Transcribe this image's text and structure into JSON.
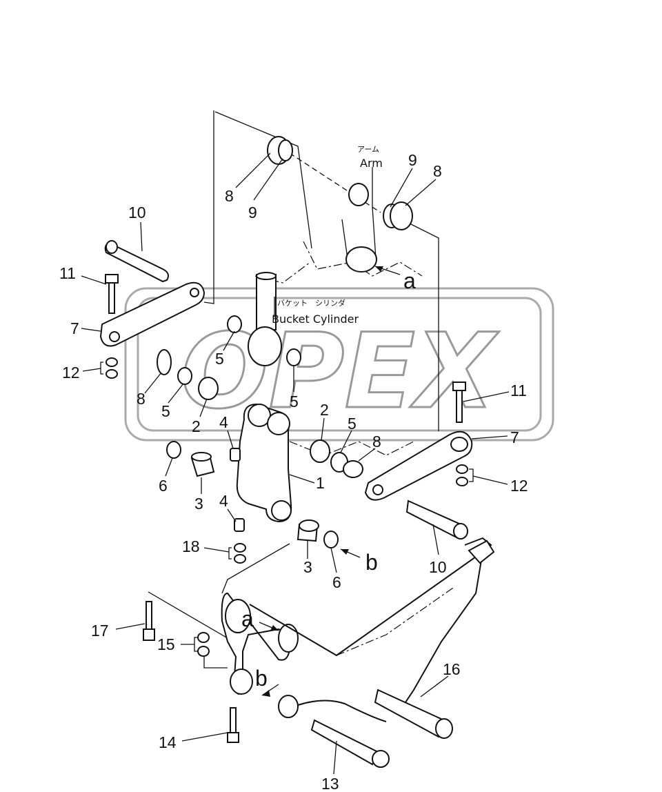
{
  "captions": {
    "arm_jp": "アーム",
    "arm_en": "Arm",
    "bucket_jp": "バケット　シリンダ",
    "bucket_en": "Bucket Cylinder"
  },
  "watermark": {
    "text": "OPEX",
    "color": "#999999"
  },
  "letters": {
    "a_top": "a",
    "b_mid": "b",
    "a_bottom": "a",
    "b_bottom": "b"
  },
  "labels": {
    "n10_left": "10",
    "n11_left": "11",
    "n7_left": "7",
    "n12_left": "12",
    "n8_top_left": "8",
    "n9_top_left": "9",
    "n9_top_right": "9",
    "n8_top_right": "8",
    "n5_upper": "5",
    "n5_mid_left": "5",
    "n5_mid_right": "5",
    "n8_mid_left": "8",
    "n2_left": "2",
    "n4_upper": "4",
    "n6_left": "6",
    "n3_left": "3",
    "n4_lower": "4",
    "n1": "1",
    "n2_right": "2",
    "n5_right": "5",
    "n8_right": "8",
    "n11_right": "11",
    "n7_right": "7",
    "n12_right": "12",
    "n10_right": "10",
    "n18": "18",
    "n3_lower": "3",
    "n6_lower": "6",
    "n17": "17",
    "n15": "15",
    "n16": "16",
    "n14": "14",
    "n13": "13"
  }
}
